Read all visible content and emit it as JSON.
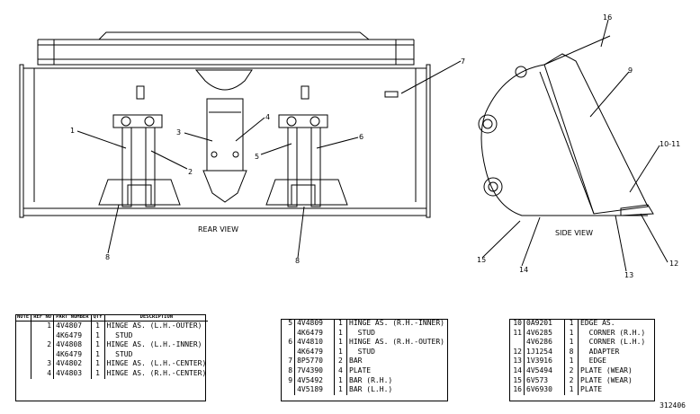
{
  "views": {
    "rear": "REAR VIEW",
    "side": "SIDE VIEW"
  },
  "callouts": {
    "c1": "1",
    "c2": "2",
    "c3": "3",
    "c4": "4",
    "c5": "5",
    "c6": "6",
    "c7": "7",
    "c8a": "8",
    "c8b": "8",
    "c9": "9",
    "c10_11": "10-11",
    "c12": "12",
    "c13": "13",
    "c14": "14",
    "c15": "15",
    "c16": "16"
  },
  "table_headers": {
    "note": "NOTE",
    "ref_no": "REF NO",
    "part_number": "PART NUMBER",
    "qty": "QTY",
    "description": "DESCRIPTION"
  },
  "parts_table_1": [
    {
      "ref": "1",
      "part": "4V4807",
      "qty": "1",
      "desc": "HINGE AS. (L.H.-OUTER)"
    },
    {
      "ref": "",
      "part": "4K6479",
      "qty": "1",
      "desc": "  STUD"
    },
    {
      "ref": "2",
      "part": "4V4808",
      "qty": "1",
      "desc": "HINGE AS. (L.H.-INNER)"
    },
    {
      "ref": "",
      "part": "4K6479",
      "qty": "1",
      "desc": "  STUD"
    },
    {
      "ref": "3",
      "part": "4V4802",
      "qty": "1",
      "desc": "HINGE AS. (L.H.-CENTER)"
    },
    {
      "ref": "4",
      "part": "4V4803",
      "qty": "1",
      "desc": "HINGE AS. (R.H.-CENTER)"
    }
  ],
  "parts_table_2": [
    {
      "ref": "5",
      "part": "4V4809",
      "qty": "1",
      "desc": "HINGE AS. (R.H.-INNER)"
    },
    {
      "ref": "",
      "part": "4K6479",
      "qty": "1",
      "desc": "  STUD"
    },
    {
      "ref": "6",
      "part": "4V4810",
      "qty": "1",
      "desc": "HINGE AS. (R.H.-OUTER)"
    },
    {
      "ref": "",
      "part": "4K6479",
      "qty": "1",
      "desc": "  STUD"
    },
    {
      "ref": "7",
      "part": "8P5770",
      "qty": "2",
      "desc": "BAR"
    },
    {
      "ref": "8",
      "part": "7V4390",
      "qty": "4",
      "desc": "PLATE"
    },
    {
      "ref": "9",
      "part": "4V5492",
      "qty": "1",
      "desc": "BAR (R.H.)"
    },
    {
      "ref": "",
      "part": "4V5189",
      "qty": "1",
      "desc": "BAR (L.H.)"
    }
  ],
  "parts_table_3": [
    {
      "ref": "10",
      "part": "0A9201",
      "qty": "1",
      "desc": "EDGE AS."
    },
    {
      "ref": "11",
      "part": "4V6285",
      "qty": "1",
      "desc": "  CORNER (R.H.)"
    },
    {
      "ref": "",
      "part": "4V6286",
      "qty": "1",
      "desc": "  CORNER (L.H.)"
    },
    {
      "ref": "12",
      "part": "1J1254",
      "qty": "8",
      "desc": "  ADAPTER"
    },
    {
      "ref": "13",
      "part": "1V3916",
      "qty": "1",
      "desc": "  EDGE"
    },
    {
      "ref": "14",
      "part": "4V5494",
      "qty": "2",
      "desc": "PLATE (WEAR)"
    },
    {
      "ref": "15",
      "part": "6V573",
      "qty": "2",
      "desc": "PLATE (WEAR)"
    },
    {
      "ref": "16",
      "part": "6V6930",
      "qty": "1",
      "desc": "PLATE"
    }
  ],
  "doc_number": "312406"
}
